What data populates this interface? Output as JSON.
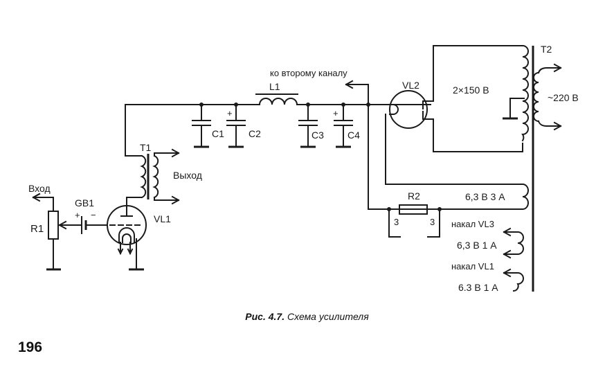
{
  "figure": {
    "type": "circuit-schematic",
    "caption_number": "Рис. 4.7.",
    "caption_text": "Схема усилителя"
  },
  "page": {
    "number": "196"
  },
  "labels": {
    "input": "Вход",
    "r1": "R1",
    "gb1": "GB1",
    "gb1_plus": "+",
    "gb1_minus": "−",
    "vl1": "VL1",
    "t1": "T1",
    "output": "Выход",
    "c1": "C1",
    "c2": "C2",
    "c2_plus": "+",
    "c3": "C3",
    "c4": "C4",
    "c4_plus": "+",
    "l1": "L1",
    "second_channel": "ко второму каналу",
    "vl2": "VL2",
    "hv_winding": "2×150 В",
    "t2": "T2",
    "mains": "~220 В",
    "r2": "R2",
    "r2_left_term": "3",
    "r2_right_term": "3",
    "fil_main": "6,3 В  3 А",
    "fil_vl3_label": "накал VL3",
    "fil_vl3": "6,3 В  1 А",
    "fil_vl1_label": "накал VL1",
    "fil_vl1": "6.3 В  1 А"
  }
}
